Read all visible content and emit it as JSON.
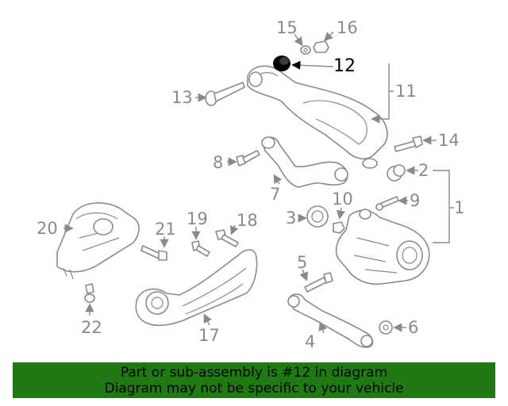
{
  "callouts": {
    "c1": "1",
    "c2": "2",
    "c3": "3",
    "c4": "4",
    "c5": "5",
    "c6": "6",
    "c7": "7",
    "c8": "8",
    "c9": "9",
    "c10": "10",
    "c11": "11",
    "c12": "12",
    "c13": "13",
    "c14": "14",
    "c15": "15",
    "c16": "16",
    "c17": "17",
    "c18": "18",
    "c19": "19",
    "c20": "20",
    "c21": "21",
    "c22": "22"
  },
  "highlighted_part": "12",
  "colors": {
    "line": "#8a8a8a",
    "highlight": "#000000",
    "banner": "#1f7a12"
  },
  "footer": {
    "line1": "Part or sub-assembly is #12 in diagram",
    "line2": "Diagram may not be specific to your vehicle"
  }
}
